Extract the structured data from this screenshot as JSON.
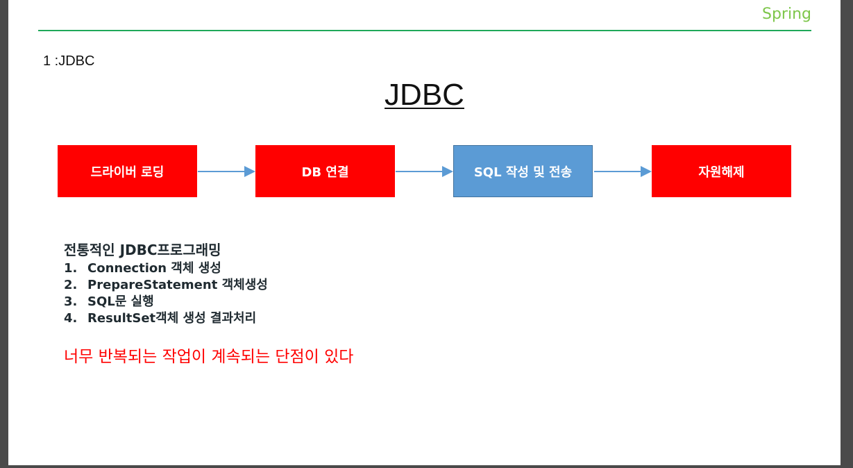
{
  "header": {
    "label": "Spring"
  },
  "section": {
    "label": "1 :JDBC"
  },
  "title": "JDBC",
  "flow": {
    "steps": [
      {
        "label": "드라이버 로딩",
        "color": "#ff0000"
      },
      {
        "label": "DB 연결",
        "color": "#ff0000"
      },
      {
        "label": "SQL 작성 및 전송",
        "color": "#5b9bd5"
      },
      {
        "label": "자원해제",
        "color": "#ff0000"
      }
    ],
    "arrow_color": "#5b9bd5"
  },
  "list": {
    "heading": "전통적인 JDBC프로그래밍",
    "items": [
      {
        "num": "1.",
        "text": "Connection 객체 생성"
      },
      {
        "num": "2.",
        "text": "PrepareStatement 객체생성"
      },
      {
        "num": "3.",
        "text": "SQL문 실행"
      },
      {
        "num": "4.",
        "text": "ResultSet객체 생성 결과처리"
      }
    ]
  },
  "note": "너무 반복되는 작업이 계속되는 단점이 있다"
}
